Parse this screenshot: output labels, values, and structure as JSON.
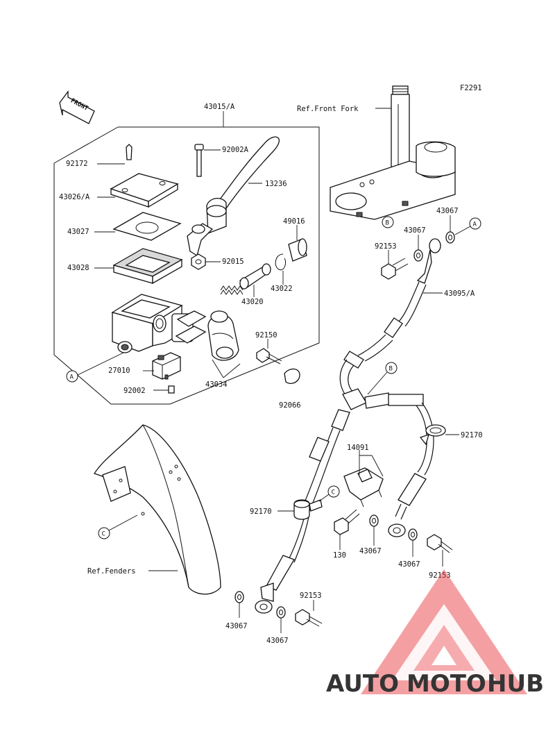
{
  "figure_id": "F2291",
  "front_label": "FRONT",
  "refs": {
    "front_fork": "Ref.Front Fork",
    "fenders": "Ref.Fenders"
  },
  "labels": {
    "p43015A": "43015/A",
    "p92172": "92172",
    "p92002A": "92002A",
    "p13236": "13236",
    "p43026A": "43026/A",
    "p43027": "43027",
    "p49016": "49016",
    "p43028": "43028",
    "p92015": "92015",
    "p43022": "43022",
    "p43020": "43020",
    "p92150": "92150",
    "p27010": "27010",
    "p43034": "43034",
    "p92002": "92002",
    "p92066": "92066",
    "p43067_a": "43067",
    "p43067_b": "43067",
    "p92153_a": "92153",
    "p43095A": "43095/A",
    "p14091": "14091",
    "p92170_a": "92170",
    "p92170_b": "92170",
    "p130": "130",
    "p43067_c": "43067",
    "p43067_d": "43067",
    "p92153_b": "92153",
    "p92153_c": "92153",
    "p43067_e": "43067",
    "p43067_f": "43067"
  },
  "callouts": {
    "A": "A",
    "B": "B",
    "C": "C"
  },
  "watermark": {
    "part1": "AUTO",
    "part2": "MOTO",
    "part3": "HUB",
    "color_orange": "#f7a823",
    "color_red": "#e8333a",
    "color_grey": "#9a9a9a"
  }
}
